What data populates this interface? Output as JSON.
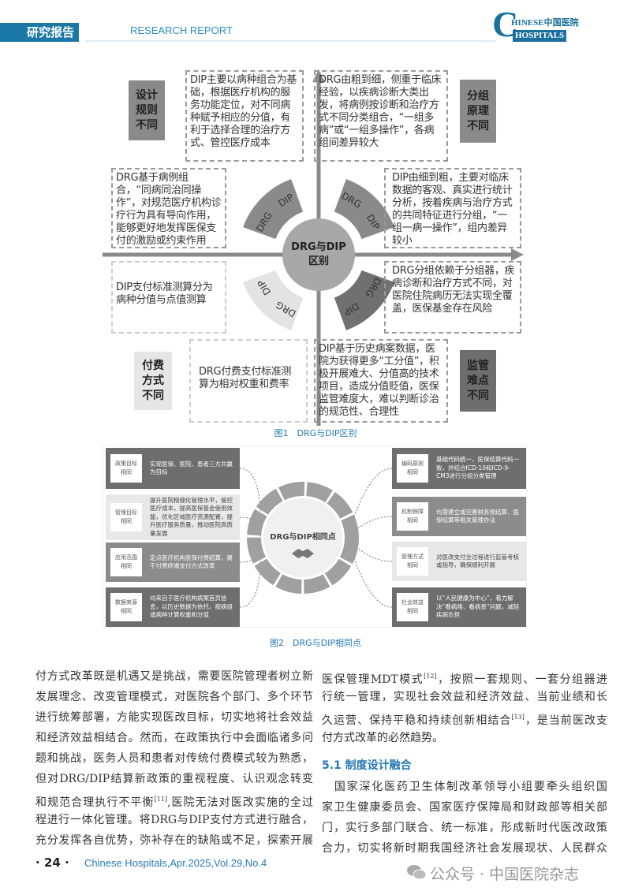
{
  "header": {
    "section_cn": "研究报告",
    "section_en": "RESEARCH REPORT",
    "logo_text": {
      "c": "C",
      "line1": "HINESE中国医院",
      "line2": "HOSPITALS"
    }
  },
  "figure1": {
    "caption": "图1　DRG与DIP区别",
    "center": [
      "DRG与DIP",
      "区别"
    ],
    "tags": {
      "design": "设计\n规则\n不同",
      "grouping": "分组\n原理\n不同",
      "payment": "付费\n方式\n不同",
      "supervision": "监管\n难点\n不同"
    },
    "boxes": {
      "dip_design": "DIP主要以病种组合为基础，根据医疗机构的服务功能定位，对不同病种赋予相应的分值，有利于选择合理的治疗方式、管控医疗成本",
      "drg_grouping": "DRG由粗到细，侧重于临床经验，以疾病诊断大类出发，将病例按诊断和治疗方式不同分类组合，“一组多病”或“一组多操作”，各病组间差异较大",
      "drg_design": "DRG基于病例组合，“同病同治同操作”，对规范医疗机构诊疗行为具有导向作用，能够更好地发挥医保支付的激励或约束作用",
      "dip_grouping": "DIP由细到粗，主要对临床数据的客观、真实进行统计分析，按着疾病与治疗方式的共同特征进行分组，“一组一病一操作”，组内差异较小",
      "dip_payment": "DIP支付标准测算分为病种分值与点值测算",
      "drg_supervision": "DRG分组依赖于分组器，疾病诊断和治疗方式不同，对医院住院病历无法实现全覆盖，医保基金存在风险",
      "drg_payment": "DRG付费支付标准测算为相对权重和费率",
      "dip_supervision": "DIP基于历史病案数据，医院为获得更多“工分值”，积极开展难大、分值高的技术项目，造成分值贬值，医保监管难度大，难以判断诊治的规范性、合理性"
    },
    "arc_labels": {
      "drg": "DRG",
      "dip": "DIP"
    }
  },
  "figure2": {
    "caption": "图2　DRG与DIP相同点",
    "center": "DRG与DIP相同点",
    "left": [
      {
        "label": "政策目标\n相同",
        "text": "实现医保、医院、患者三方共赢为目标"
      },
      {
        "label": "管理目标\n相同",
        "text": "提升医院精细化管理水平，管控医疗成本，提高医保基金使用效能，优化区域医疗资源配置，提升医疗服务质量，推动医院高质量发展"
      },
      {
        "label": "应用范围\n相同",
        "text": "定点医疗机构医保付费结算，属于付费终端支付方式改革"
      },
      {
        "label": "数据来源\n相同",
        "text": "均来自于医疗机构病案首页信息，以历史数据为依托，按病组或病种计算权重和分值"
      }
    ],
    "right": [
      {
        "label": "编码原则\n相同",
        "text": "基础代码统一，医保结算代码一致，并结合ICD-10和ICD-9-CM3进行分组分类管理"
      },
      {
        "label": "机制保障\n相同",
        "text": "均需建立或完善财务预结算、医保结算等相关管理办法"
      },
      {
        "label": "管理方式\n相同",
        "text": "对医改支付全过程进行监管考核或指导，确保顺利开展"
      },
      {
        "label": "社会效益\n相同",
        "text": "以“人民健康为中心”，着力解决“看病难、看病贵”问题，减轻疾病负担"
      }
    ]
  },
  "body": {
    "left_lines": [
      "付方式改革既是机遇又是挑战，需要医院管理者树立新",
      "发展理念、改变管理模式，对医院各个部门、多个环节",
      "进行统筹部署，方能实现医改目标，切实地将社会效益",
      "和经济效益相结合。然而，在政策执行中会面临诸多问",
      "题和挑战，医务人员和患者对传统付费模式较为熟悉，",
      "但对DRG/DIP结算新政策的重视程度、认识观念转变",
      "和规范合理执行不平衡[11],医院无法对医改实施的全过",
      "程进行一体化管理。将DRG与DIP支付方式进行融合，",
      "充分发挥各自优势，弥补存在的缺陷或不足，探索开展"
    ],
    "right_lines": [
      "医保管理MDT模式[12]，按照一套规则、一套分组器进",
      "行统一管理，实现社会效益和经济效益、当前业绩和长",
      "久运营、保持平稳和持续创新相结合[13]，是当前医改支",
      "付方式改革的必然趋势。"
    ],
    "section_heading": "5.1 制度设计融合",
    "right_lines2": [
      "　国家深化医药卫生体制改革领导小组要牵头组织国",
      "家卫生健康委员会、国家医疗保障局和财政部等相关部",
      "门，实行多部门联合、统一标准，形成新时代医改政策",
      "合力，切实将新时期我国经济社会发展现状、人民群众"
    ]
  },
  "footer": {
    "page": "· 24 ·",
    "journal": "Chinese Hospitals,Apr.2025,Vol.29,No.4",
    "watermark": "公众号 · 中国医院杂志"
  },
  "colors": {
    "accent": "#1a78a6",
    "caption": "#2779b3",
    "dark_gray": "#6e6e6e",
    "mid_gray": "#8c8c8c",
    "light_gray": "#e6e6e6"
  }
}
